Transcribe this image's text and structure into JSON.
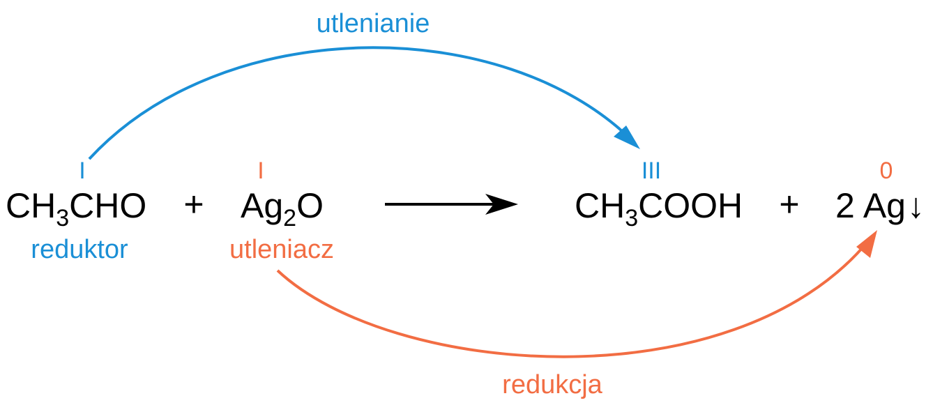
{
  "colors": {
    "oxidation": "#1a8fd6",
    "reduction": "#f26d43",
    "text": "#000000"
  },
  "equation": {
    "reactant1": {
      "main": "CH",
      "sub": "3",
      "rest": "CHO"
    },
    "plus1": "+",
    "reactant2": {
      "main": "Ag",
      "sub": "2",
      "rest": "O"
    },
    "product1": {
      "main": "CH",
      "sub": "3",
      "rest": "COOH"
    },
    "plus2": "+",
    "product2": {
      "coefficient": "2",
      "main": "Ag",
      "precipitate": "↓"
    }
  },
  "oxidation_states": {
    "reactant1_C": "I",
    "reactant2_Ag": "I",
    "product1_C": "III",
    "product2_Ag": "0"
  },
  "labels": {
    "reductant": "reduktor",
    "oxidant": "utleniacz",
    "oxidation": "utlenianie",
    "reduction": "redukcja"
  }
}
